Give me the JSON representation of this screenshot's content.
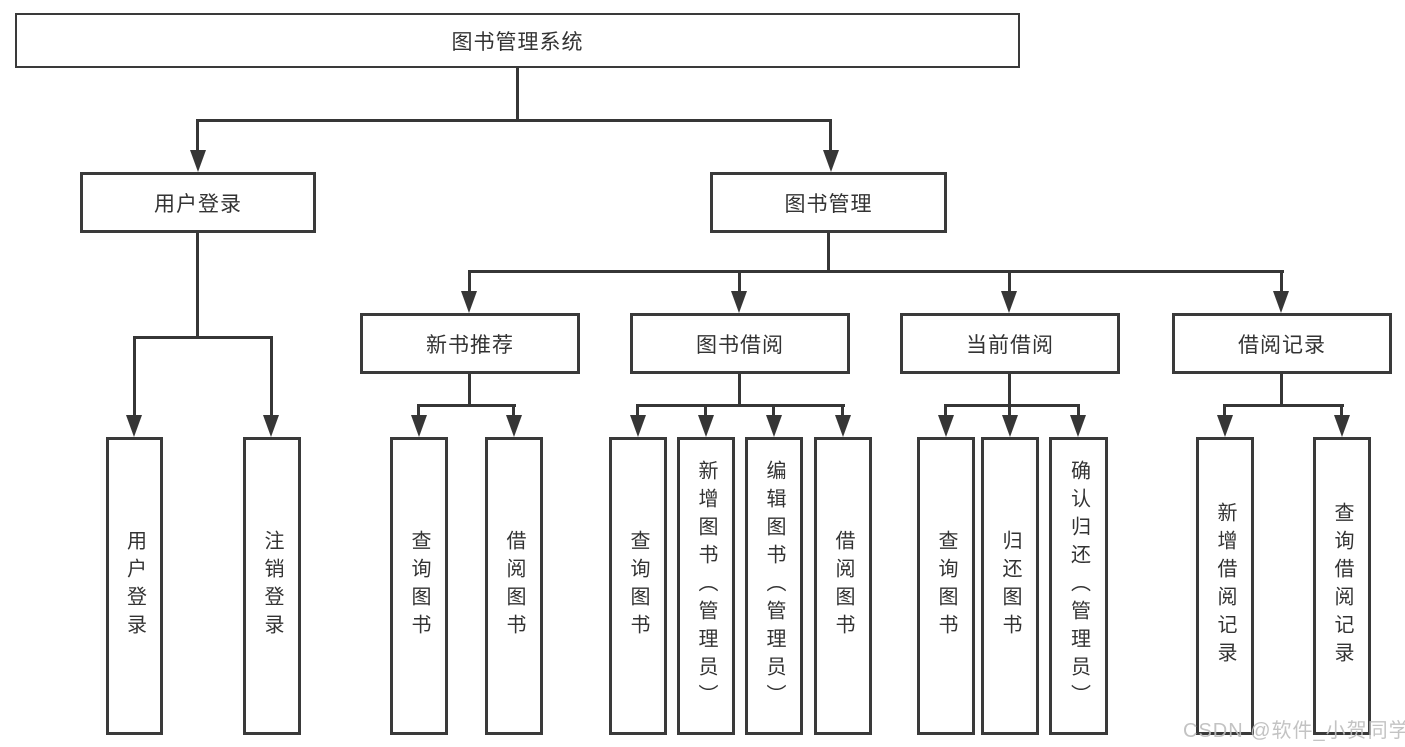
{
  "diagram": {
    "title": "图书管理系统",
    "level2": [
      {
        "label": "用户登录"
      },
      {
        "label": "图书管理"
      }
    ],
    "login_children": [
      {
        "label": "用户登录"
      },
      {
        "label": "注销登录"
      }
    ],
    "mgmt_sections": [
      {
        "label": "新书推荐",
        "children": [
          {
            "label": "查询图书"
          },
          {
            "label": "借阅图书"
          }
        ]
      },
      {
        "label": "图书借阅",
        "children": [
          {
            "label": "查询图书"
          },
          {
            "label": "新增图书（管理员）"
          },
          {
            "label": "编辑图书（管理员）"
          },
          {
            "label": "借阅图书"
          }
        ]
      },
      {
        "label": "当前借阅",
        "children": [
          {
            "label": "查询图书"
          },
          {
            "label": "归还图书"
          },
          {
            "label": "确认归还（管理员）"
          }
        ]
      },
      {
        "label": "借阅记录",
        "children": [
          {
            "label": "新增借阅记录"
          },
          {
            "label": "查询借阅记录"
          }
        ]
      }
    ],
    "watermark": "CSDN @软件_小贺同学",
    "colors": {
      "line": "#363636",
      "border": "#3a3a3a",
      "text": "#333333",
      "background": "#ffffff",
      "watermark": "#bebebe"
    }
  }
}
